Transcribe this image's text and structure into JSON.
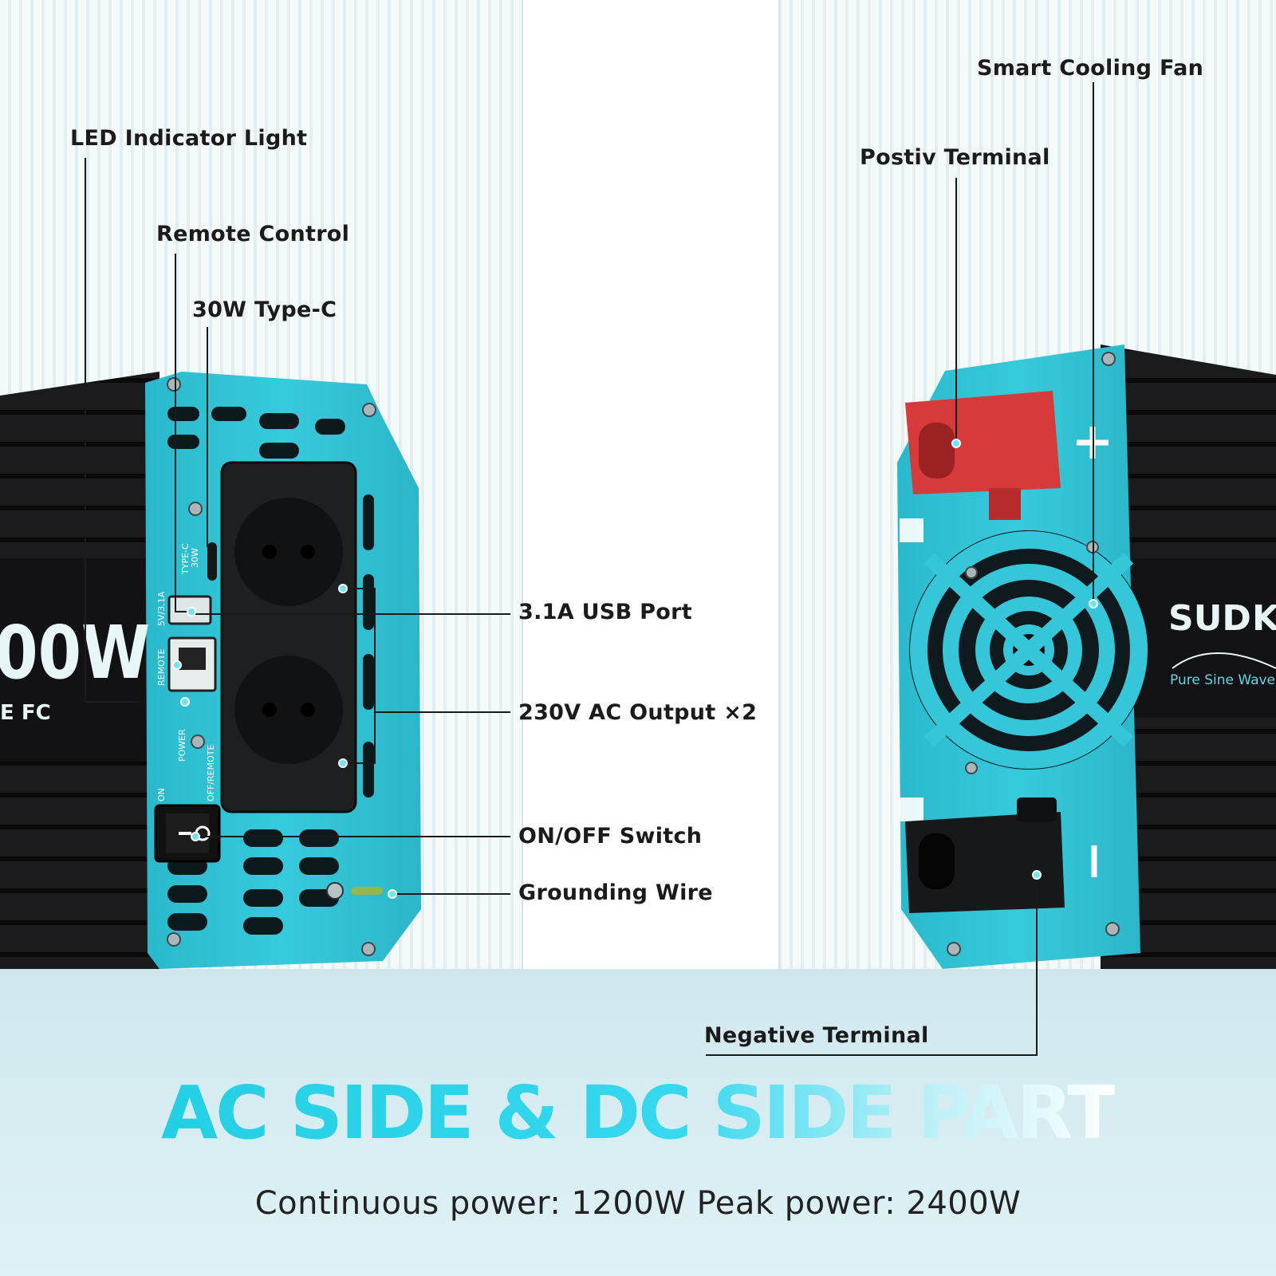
{
  "callouts": {
    "led_indicator": "LED Indicator Light",
    "remote_control": "Remote Control",
    "type_c": "30W Type-C",
    "usb_port": "3.1A USB Port",
    "ac_output": "230V AC Output ×2",
    "on_off_switch": "ON/OFF Switch",
    "grounding_wire": "Grounding Wire",
    "smart_fan": "Smart Cooling Fan",
    "positive_terminal": "Postiv Terminal",
    "negative_terminal": "Negative Terminal"
  },
  "panel_labels": {
    "type_c": "TYPE-C",
    "type_c_watt": "30W",
    "usb": "5V/3.1A",
    "remote": "REMOTE",
    "power": "POWER",
    "off_remote": "OFF/REMOTE",
    "on": "ON"
  },
  "device": {
    "rating_fragment": "00W",
    "brand_fragment": "SUD",
    "brand_fragment_2": "KE",
    "tagline": "Pure Sine Wave I",
    "cert_marks": "E FC"
  },
  "headline": "AC SIDE & DC SIDE PART",
  "subline": "Continuous power: 1200W Peak power: 2400W",
  "colors": {
    "panel_cyan": "#2fc6d8",
    "body_black": "#1c1c1e",
    "positive_red": "#d63a3a",
    "headline_cyan": "#22cfe4"
  }
}
